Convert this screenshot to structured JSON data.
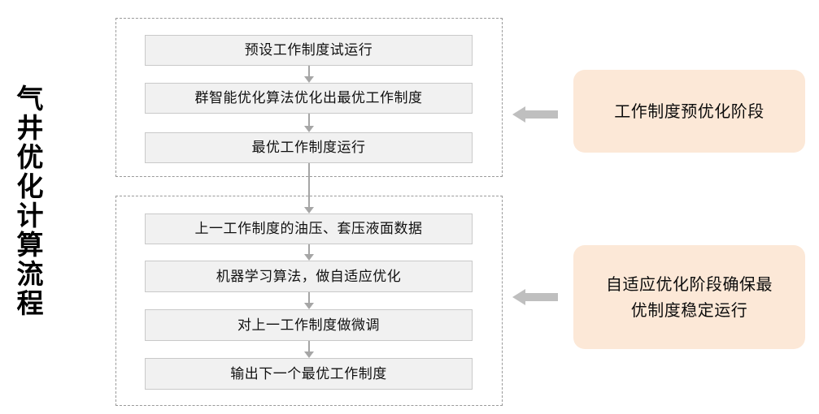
{
  "title": {
    "vertical_label": "气井优化计算流程"
  },
  "colors": {
    "box_fill": "#f1f1f1",
    "box_border": "#c9c9c9",
    "group_border": "#9a9a9a",
    "connector": "#a6a6a6",
    "callout_arrow": "#bfbfbf",
    "stage_panel_fill": "#fce8d7",
    "text": "#101010",
    "background": "#ffffff"
  },
  "groups": [
    {
      "id": "preoptimization",
      "steps": [
        {
          "label": "预设工作制度试运行"
        },
        {
          "label": "群智能优化算法优化出最优工作制度"
        },
        {
          "label": "最优工作制度运行"
        }
      ],
      "stage_panel": {
        "lines": [
          "工作制度预优化阶段"
        ],
        "arrow_icon": "arrow-left-icon"
      }
    },
    {
      "id": "adaptive-optimization",
      "steps": [
        {
          "label": "上一工作制度的油压、套压液面数据"
        },
        {
          "label": "机器学习算法，做自适应优化"
        },
        {
          "label": "对上一工作制度做微调"
        },
        {
          "label": "输出下一个最优工作制度"
        }
      ],
      "stage_panel": {
        "lines": [
          "自适应优化阶段确保最",
          "优制度稳定运行"
        ],
        "arrow_icon": "arrow-left-icon"
      }
    }
  ]
}
